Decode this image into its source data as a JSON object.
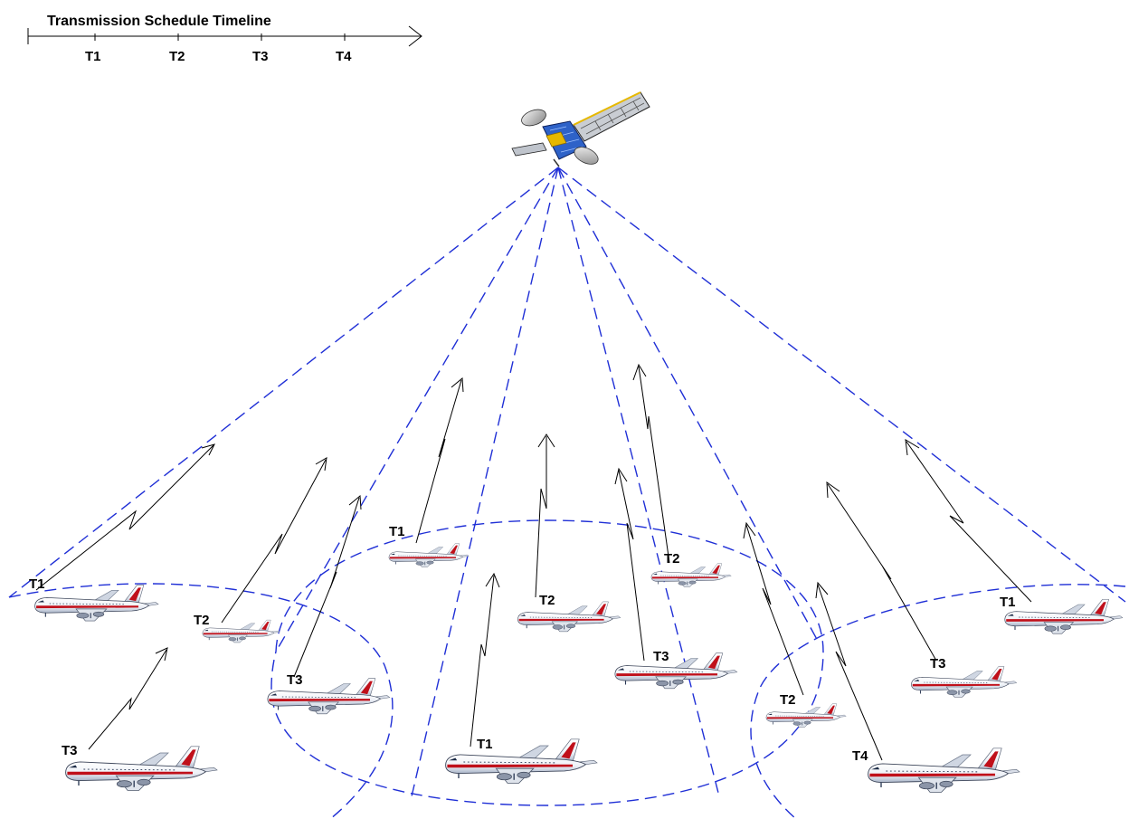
{
  "timeline": {
    "title": "Transmission Schedule Timeline",
    "ticks": [
      "T1",
      "T2",
      "T3",
      "T4"
    ]
  },
  "aircraft_labels": [
    "T1",
    "T2",
    "T3",
    "T1",
    "T2",
    "T3",
    "T1",
    "T2",
    "T3",
    "T2",
    "T4",
    "T3",
    "T1"
  ],
  "colors": {
    "beam": "#1f2fd6",
    "link": "#000000",
    "aircraft_stripe": "#c0101a",
    "aircraft_body": "#f4f6fa"
  },
  "icons": {
    "satellite": "satellite-icon",
    "aircraft": "airplane-icon"
  }
}
